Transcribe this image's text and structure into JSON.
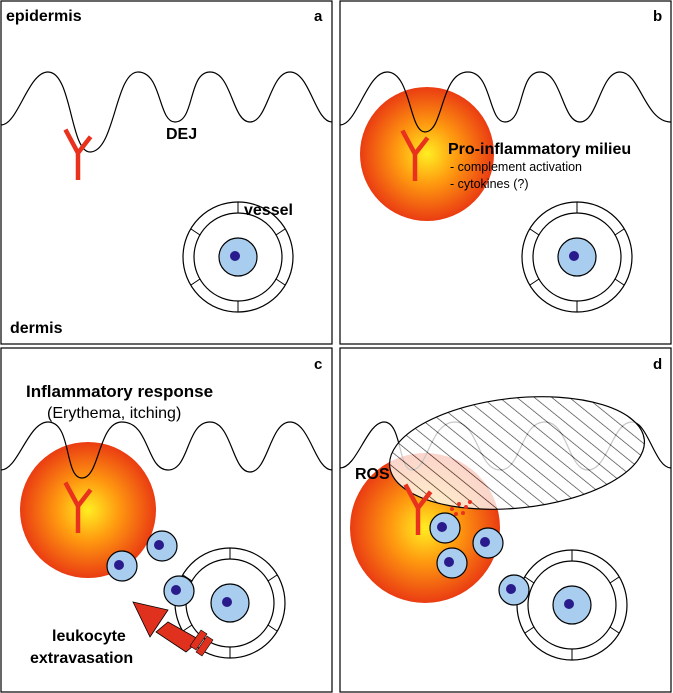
{
  "panels": {
    "a": {
      "letter": "a",
      "epidermis": "epidermis",
      "dej": "DEJ",
      "vessel": "vessel",
      "dermis": "dermis"
    },
    "b": {
      "letter": "b",
      "milieu_title": "Pro-inflammatory milieu",
      "milieu_item1": "- complement activation",
      "milieu_item2": "- cytokines (?)"
    },
    "c": {
      "letter": "c",
      "response_title": "Inflammatory response",
      "response_sub": "(Erythema, itching)",
      "leukocyte_line1": "leukocyte",
      "leukocyte_line2": "extravasation"
    },
    "d": {
      "letter": "d",
      "ros": "ROS"
    }
  },
  "colors": {
    "antibody": "#e8321e",
    "inflammation_center": "#ffee22",
    "inflammation_mid": "#ff9a10",
    "inflammation_edge": "#ea3c12",
    "cell_fill": "#a9cdee",
    "nucleus": "#2a1b8c",
    "arrow": "#e0301e"
  },
  "icons": [
    "antibody-icon",
    "vessel-icon",
    "leukocyte-icon",
    "arrow-icon"
  ]
}
